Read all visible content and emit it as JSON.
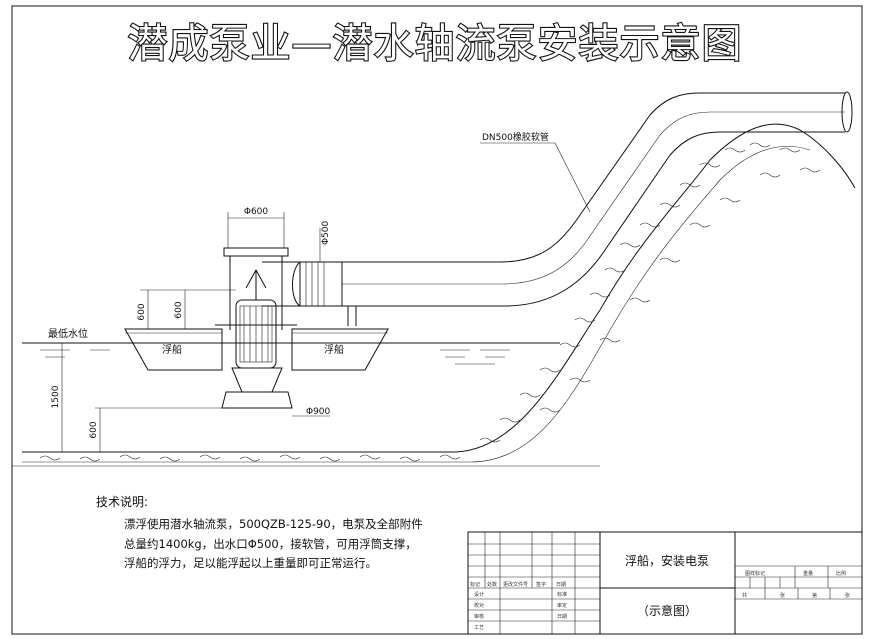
{
  "title": "潜成泵业—潜水轴流泵安装示意图",
  "labels": {
    "hose": "DN500橡胶软管",
    "min_water_level": "最低水位",
    "float_left": "浮船",
    "float_right": "浮船"
  },
  "dimensions": {
    "top_width": "Φ600",
    "outlet_dia": "Φ500",
    "upper_height": "600",
    "inner_height": "600",
    "depth": "1500",
    "bottom_clearance": "600",
    "bottom_dia": "Φ900"
  },
  "notes": {
    "heading": "技术说明:",
    "lines": [
      "漂浮使用潜水轴流泵，500QZB-125-90，电泵及全部附件",
      "总量约1400kg，出水口Φ500，接软管，可用浮筒支撑，",
      "浮船的浮力，足以能浮起以上重量即可正常运行。"
    ]
  },
  "title_block": {
    "name": "浮船，安装电泵",
    "subtitle": "（示意图）",
    "row_headers": [
      "标记",
      "处数",
      "更改文件号",
      "签字",
      "日期"
    ],
    "roles": [
      "设计",
      "校对",
      "审核",
      "工艺"
    ],
    "approvals": [
      "标准",
      "审定",
      "日期"
    ],
    "right_headers": [
      "图样标记",
      "重量",
      "比例"
    ],
    "right_row": [
      "共",
      "张",
      "第",
      "张"
    ]
  }
}
